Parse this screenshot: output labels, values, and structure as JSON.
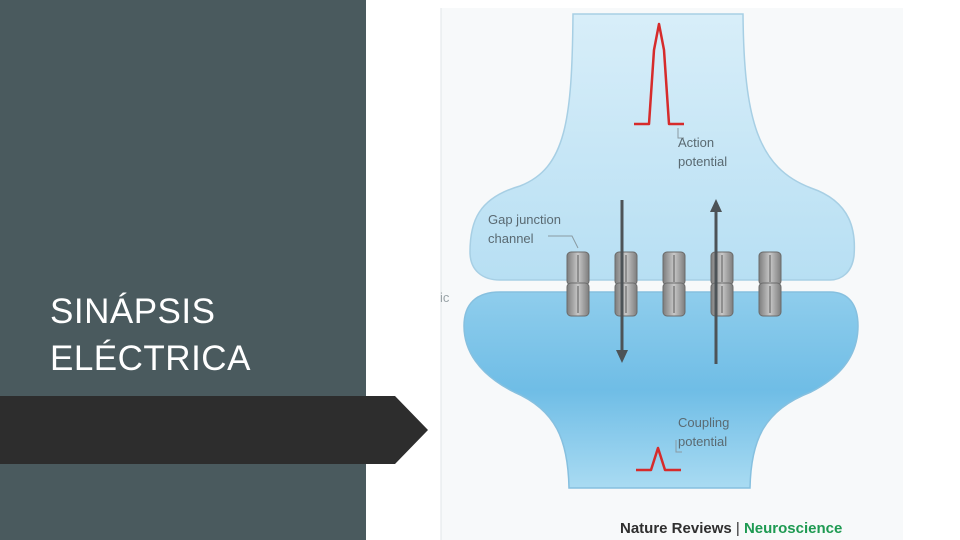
{
  "slide": {
    "title_line1": "SINÁPSIS",
    "title_line2": "ELÉCTRICA"
  },
  "figure": {
    "label_action_line1": "Action",
    "label_action_line2": "potential",
    "label_gap_line1": "Gap junction",
    "label_gap_line2": "channel",
    "label_coupling_line1": "Coupling",
    "label_coupling_line2": "potential",
    "cut_text": "ic",
    "credit_journal": "Nature Reviews",
    "credit_separator": " | ",
    "credit_subject": "Neuroscience",
    "channel_count": 5
  },
  "colors": {
    "panel": "#4a5a5e",
    "accent_bar": "#2d2d2d",
    "trace": "#d62b2b",
    "credit_subject": "#1e9a52"
  }
}
